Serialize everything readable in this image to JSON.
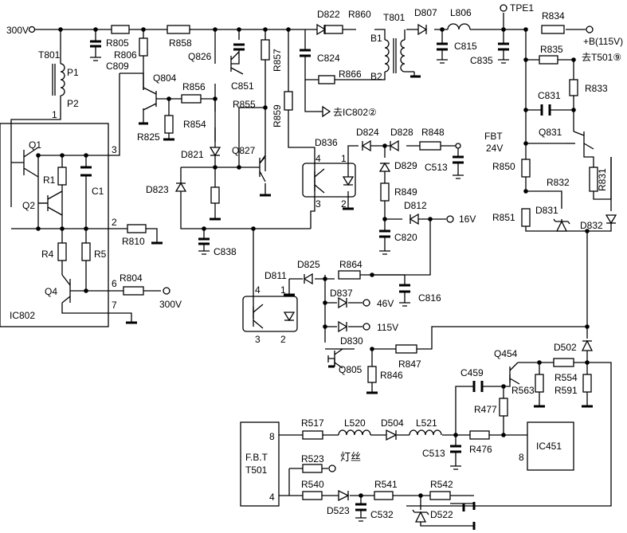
{
  "labels": {
    "v300_top": "300V",
    "v300_bottom": "300V",
    "t801": "T801",
    "p1": "P1",
    "p2": "P2",
    "pin1": "1",
    "pin2": "2",
    "pin3": "3",
    "pin6": "6",
    "pin7": "7",
    "ic802": "IC802",
    "q1": "Q1",
    "q2": "Q2",
    "q4": "Q4",
    "r1": "R1",
    "r4": "R4",
    "r5": "R5",
    "c1": "C1",
    "r805": "R805",
    "r806": "R806",
    "r858": "R858",
    "c809": "C809",
    "q804": "Q804",
    "r856": "R856",
    "r825": "R825",
    "r854": "R854",
    "d821": "D821",
    "d823": "D823",
    "r810": "R810",
    "r804": "R804",
    "c838": "C838",
    "q826": "Q826",
    "c851": "C851",
    "r855": "R855",
    "q827": "Q827",
    "r857": "R857",
    "r859": "R859",
    "d822": "D822",
    "r860": "R860",
    "c824": "C824",
    "r866": "R866",
    "t801_sec": "T801",
    "b1": "B1",
    "b2": "B2",
    "ic802_2": "去IC802②",
    "d807": "D807",
    "l806": "L806",
    "tpe1": "TPE1",
    "c815": "C815",
    "c835": "C835",
    "r834": "R834",
    "r835": "R835",
    "b115": "+B(115V)",
    "t501_9": "去T501⑨",
    "r833": "R833",
    "c831": "C831",
    "q831": "Q831",
    "r850": "R850",
    "r832": "R832",
    "r831": "R831",
    "r851": "R851",
    "d831": "D831",
    "d832": "D832",
    "d836": "D836",
    "oc_pin4": "4",
    "oc_pin1": "1",
    "oc_pin3": "3",
    "oc_pin2": "2",
    "d824": "D824",
    "d828": "D828",
    "r848": "R848",
    "fbt": "FBT",
    "v24": "24V",
    "d829": "D829",
    "c513_top": "C513",
    "r849": "R849",
    "d812": "D812",
    "v16": "16V",
    "c820": "C820",
    "d811": "D811",
    "oc2_pin4": "4",
    "oc2_pin1": "1",
    "oc2_pin3": "3",
    "oc2_pin2": "2",
    "d825": "D825",
    "r864": "R864",
    "d837": "D837",
    "v46": "46V",
    "c816": "C816",
    "v115": "115V",
    "d830": "D830",
    "q805": "Q805",
    "r847": "R847",
    "r846": "R846",
    "q454": "Q454",
    "d502": "D502",
    "c459": "C459",
    "r554": "R554",
    "r563": "R563",
    "r591": "R591",
    "r477": "R477",
    "ic451": "IC451",
    "ic451_pin8": "8",
    "fbt501_a": "F.B.T",
    "fbt501_b": "T501",
    "fbt_pin8": "8",
    "fbt_pin4": "4",
    "r517": "R517",
    "l520": "L520",
    "d504": "D504",
    "l521": "L521",
    "c513_bot": "C513",
    "r476": "R476",
    "r523": "R523",
    "filament": "灯丝",
    "r540": "R540",
    "r541": "R541",
    "r542": "R542",
    "d523": "D523",
    "c532": "C532",
    "d522": "D522"
  }
}
